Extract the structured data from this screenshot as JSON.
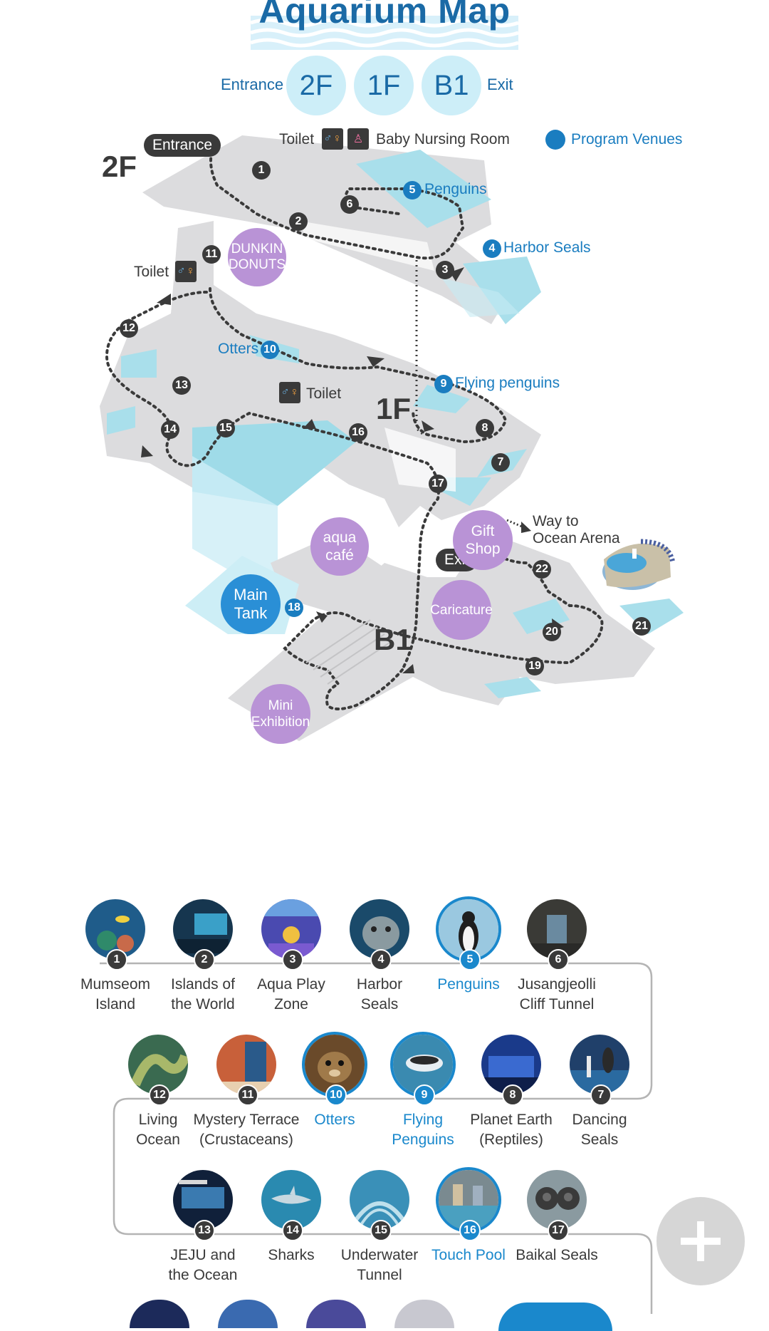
{
  "header": {
    "title": "Aquarium Map",
    "route_start": "Entrance",
    "route_end": "Exit",
    "floors": [
      "2F",
      "1F",
      "B1"
    ]
  },
  "map": {
    "floor_2f": "2F",
    "floor_1f": "1F",
    "floor_b1": "B1",
    "entrance": "Entrance",
    "exit": "Exit",
    "toilet": "Toilet",
    "baby_room": "Baby Nursing Room",
    "legend": "Program Venues",
    "venues": {
      "penguins": {
        "num": "5",
        "label": "Penguins"
      },
      "harbor": {
        "num": "4",
        "label": "Harbor Seals"
      },
      "otters": {
        "num": "10",
        "label": "Otters"
      },
      "flying": {
        "num": "9",
        "label": "Flying penguins"
      }
    },
    "places": {
      "dunkin1": "DUNKIN",
      "dunkin2": "DONUTS",
      "aqua1": "aqua",
      "aqua2": "café",
      "gift1": "Gift",
      "gift2": "Shop",
      "main1": "Main",
      "main2": "Tank",
      "main_num": "18",
      "caricature": "Caricature",
      "mini1": "Mini",
      "mini2": "Exhibition",
      "way1": "Way to",
      "way2": "Ocean Arena"
    },
    "stops": [
      "1",
      "2",
      "3",
      "6",
      "7",
      "8",
      "11",
      "12",
      "13",
      "14",
      "15",
      "16",
      "17",
      "19",
      "20",
      "21",
      "22"
    ]
  },
  "exhibits": [
    {
      "num": "1",
      "line1": "Mumseom",
      "line2": "Island"
    },
    {
      "num": "2",
      "line1": "Islands of",
      "line2": "the World"
    },
    {
      "num": "3",
      "line1": "Aqua Play",
      "line2": "Zone"
    },
    {
      "num": "4",
      "line1": "Harbor",
      "line2": "Seals"
    },
    {
      "num": "5",
      "line1": "Penguins",
      "line2": ""
    },
    {
      "num": "6",
      "line1": "Jusangjeolli",
      "line2": "Cliff Tunnel"
    },
    {
      "num": "12",
      "line1": "Living",
      "line2": "Ocean"
    },
    {
      "num": "11",
      "line1": "Mystery Terrace",
      "line2": "(Crustaceans)"
    },
    {
      "num": "10",
      "line1": "Otters",
      "line2": ""
    },
    {
      "num": "9",
      "line1": "Flying",
      "line2": "Penguins"
    },
    {
      "num": "8",
      "line1": "Planet Earth",
      "line2": "(Reptiles)"
    },
    {
      "num": "7",
      "line1": "Dancing",
      "line2": "Seals"
    },
    {
      "num": "13",
      "line1": "JEJU and",
      "line2": "the Ocean"
    },
    {
      "num": "14",
      "line1": "Sharks",
      "line2": ""
    },
    {
      "num": "15",
      "line1": "Underwater",
      "line2": "Tunnel"
    },
    {
      "num": "16",
      "line1": "Touch Pool",
      "line2": ""
    },
    {
      "num": "17",
      "line1": "Baikal Seals",
      "line2": ""
    }
  ],
  "colors": {
    "accent": "#1a7dc0",
    "purple": "#b993d6",
    "water": "#9fdbe8",
    "floor": "#dcdcde"
  }
}
